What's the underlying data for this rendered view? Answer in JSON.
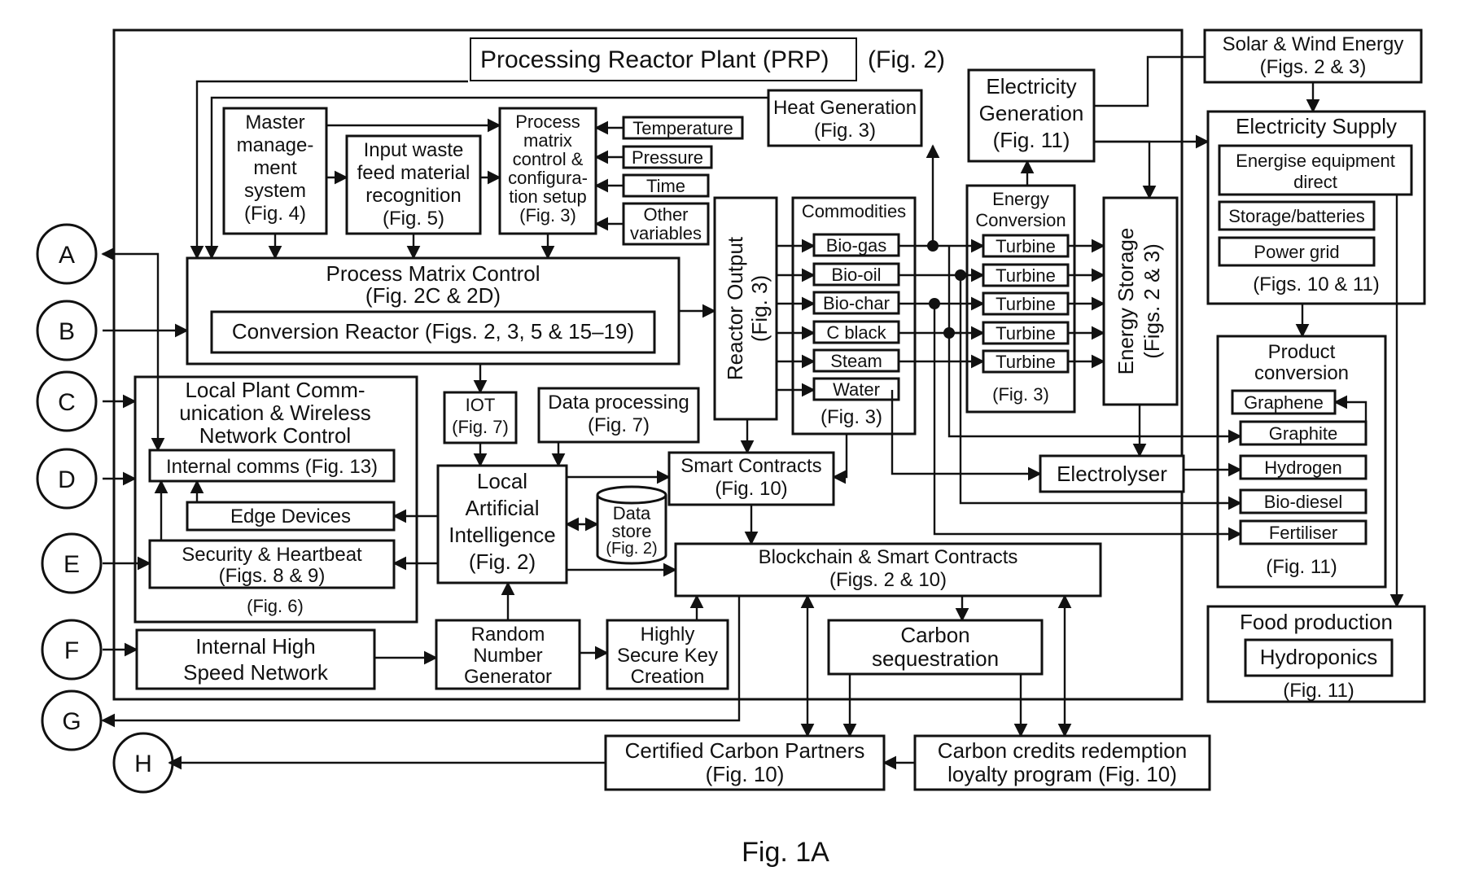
{
  "prp": {
    "title": "Processing Reactor Plant (PRP)",
    "fig": "(Fig. 2)"
  },
  "heat_generation": [
    "Heat Generation",
    "(Fig. 3)"
  ],
  "electricity_generation": [
    "Electricity",
    "Generation",
    "(Fig. 11)"
  ],
  "master_management": [
    "Master",
    "manage-",
    "ment",
    "system",
    "(Fig. 4)"
  ],
  "input_waste": [
    "Input waste",
    "feed material",
    "recognition",
    "(Fig. 5)"
  ],
  "process_matrix_setup": [
    "Process",
    "matrix",
    "control &",
    "configura-",
    "tion setup",
    "(Fig. 3)"
  ],
  "variables": [
    "Temperature",
    "Pressure",
    "Time"
  ],
  "other_variables": [
    "Other",
    "variables"
  ],
  "process_matrix_control": [
    "Process Matrix Control",
    "(Fig. 2C & 2D)"
  ],
  "conversion_reactor": "Conversion Reactor (Figs. 2, 3, 5 & 15–19)",
  "reactor_output": [
    "Reactor Output",
    "(Fig. 3)"
  ],
  "commodities": {
    "title": "Commodities",
    "items": [
      "Bio-gas",
      "Bio-oil",
      "Bio-char",
      "C black",
      "Steam",
      "Water"
    ],
    "fig": "(Fig. 3)"
  },
  "energy_conversion": {
    "title": [
      "Energy",
      "Conversion"
    ],
    "turbines": [
      "Turbine",
      "Turbine",
      "Turbine",
      "Turbine",
      "Turbine"
    ],
    "fig": "(Fig. 3)"
  },
  "energy_storage": [
    "Energy Storage",
    "(Figs. 2 & 3)"
  ],
  "solar_wind": [
    "Solar & Wind Energy",
    "(Figs. 2 & 3)"
  ],
  "electricity_supply": {
    "title": "Electricity Supply",
    "energise": [
      "Energise equipment",
      "direct"
    ],
    "storage": "Storage/batteries",
    "grid": "Power grid",
    "fig": "(Figs. 10 & 11)"
  },
  "product_conversion": {
    "title": [
      "Product",
      "conversion"
    ],
    "items": [
      "Graphene",
      "Graphite",
      "Hydrogen",
      "Bio-diesel",
      "Fertiliser"
    ],
    "fig": "(Fig. 11)"
  },
  "food_production": {
    "title": "Food production",
    "item": "Hydroponics",
    "fig": "(Fig. 11)"
  },
  "local_plant_comm": [
    "Local Plant Comm-",
    "unication & Wireless",
    "Network Control"
  ],
  "internal_comms": "Internal comms (Fig. 13)",
  "edge_devices": "Edge Devices",
  "security_heartbeat": [
    "Security & Heartbeat",
    "(Figs. 8 & 9)"
  ],
  "fig6": "(Fig. 6)",
  "iot": [
    "IOT",
    "(Fig. 7)"
  ],
  "data_processing": [
    "Data processing",
    "(Fig. 7)"
  ],
  "local_ai": [
    "Local",
    "Artificial",
    "Intelligence",
    "(Fig. 2)"
  ],
  "data_store": [
    "Data",
    "store",
    "(Fig. 2)"
  ],
  "smart_contracts": [
    "Smart Contracts",
    "(Fig. 10)"
  ],
  "electrolyser": "Electrolyser",
  "blockchain": [
    "Blockchain & Smart Contracts",
    "(Figs. 2 & 10)"
  ],
  "carbon_sequestration": [
    "Carbon",
    "sequestration"
  ],
  "internal_network": [
    "Internal High",
    "Speed Network"
  ],
  "rng": [
    "Random",
    "Number",
    "Generator"
  ],
  "secure_key": [
    "Highly",
    "Secure Key",
    "Creation"
  ],
  "certified_partners": [
    "Certified Carbon Partners",
    "(Fig. 10)"
  ],
  "carbon_credits": [
    "Carbon credits redemption",
    "loyalty program (Fig. 10)"
  ],
  "connectors": [
    "A",
    "B",
    "C",
    "D",
    "E",
    "F",
    "G",
    "H"
  ],
  "figure_caption": "Fig. 1A"
}
